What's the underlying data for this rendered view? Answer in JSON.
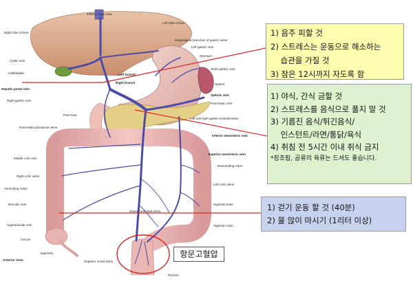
{
  "anatomy_labels": {
    "inferior_vena_cava": "Inferior vena cava",
    "left_lobe_of_liver": "Left lobe of liver",
    "right_lobe_of_liver": "Right lobe of liver",
    "esophageal_branches": "Esophageal branches of gastric veins",
    "left_gastric_vein": "Left gastric vein",
    "stomach": "Stomach",
    "cystic_vein": "Cystic vein",
    "gallbladder": "Gallbladder",
    "hepatic_portal_vein": "Hepatic portal vein",
    "left_branch": "Left branch",
    "right_branch": "Right branch",
    "short_gastric_vein": "Short gastric vein",
    "spleen": "Spleen",
    "splenic_vein": "Splenic vein",
    "right_gastric_vein": "Right gastric vein",
    "pancreatic_vein": "Pancreatic vein",
    "pancreas": "Pancreas",
    "pancreaticoduodenal_veins": "Pancreaticoduodenal veins",
    "left_right_gastro_omental": "Left and right gastro-omental veins",
    "inferior_mesenteric_vein": "Inferior mesenteric vein",
    "superior_mesenteric_vein": "Superior mesenteric vein",
    "middle_colic_vein": "Middle colic vein",
    "descending_colon": "Descending colon",
    "right_colic_veins": "Right colic veins",
    "left_colic_veins": "Left colic veins",
    "ascending_colon": "Ascending colon",
    "ileocolic_vein": "Ileocolic vein",
    "sigmoid_veins": "Sigmoid veins",
    "jejunal_ileal_veins": "Jejunal and ileal veins",
    "appendicular_vein": "Appendicular vein",
    "sigmoid_colon": "Sigmoid colon",
    "cecum": "Cecum",
    "appendix": "Appendix",
    "superior_rectal_veins": "Superior rectal veins",
    "rectum": "Rectum",
    "anterior_view": "Anterior View"
  },
  "box_yellow": [
    "1) 음주 피할 것",
    "2) 스트레스는 운동으로 해소하는",
    "    습관을 가질 것",
    "3) 잠은 12시까지 자도록 함"
  ],
  "box_green": [
    "1) 야식, 간식 금할 것",
    "2) 스트레스를 음식으로 풀지 말 것",
    "3) 기름진 음식/튀긴음식/",
    "    인스턴트/라면/통닭/육식",
    "4) 취침 전 5시간 이내 취식 금지"
  ],
  "box_green_note": "*장조림, 곰류의 육류는 드셔도 좋습니다.",
  "box_blue": [
    "1) 걷기 운동 할 것 (40분)",
    "2) 물 많이 마시기 (1리터 이상)"
  ],
  "rect_label": "항문고혈압",
  "colors": {
    "liver": "#d9a98c",
    "vein": "#4b4aa4",
    "colon": "#e9b6b6",
    "pointer": "#e02020"
  }
}
